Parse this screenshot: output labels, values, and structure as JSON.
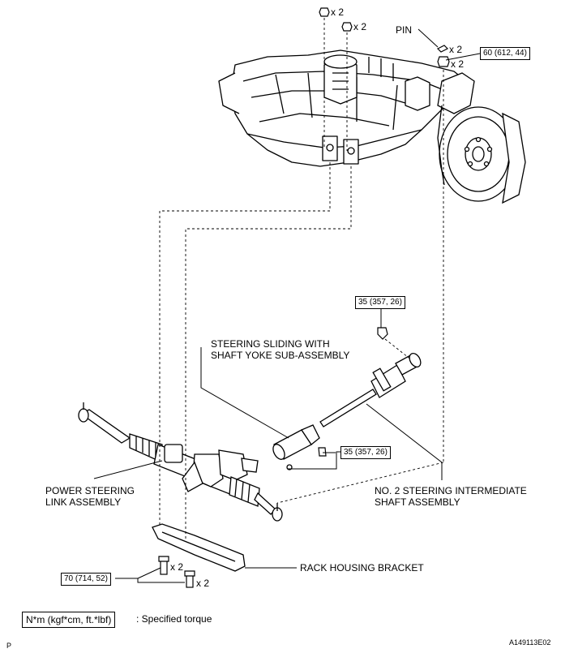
{
  "labels": {
    "pin": "PIN",
    "steering_sliding": [
      "STEERING SLIDING WITH",
      "SHAFT YOKE SUB-ASSEMBLY"
    ],
    "power_steering": [
      "POWER STEERING",
      "LINK ASSEMBLY"
    ],
    "intermediate_shaft": [
      "NO. 2 STEERING INTERMEDIATE",
      "SHAFT ASSEMBLY"
    ],
    "rack_bracket": "RACK HOUSING BRACKET"
  },
  "torques": {
    "t60": "60 (612, 44)",
    "t35_top": "35 (357, 26)",
    "t35_side": "35 (357, 26)",
    "t70": "70 (714, 52)"
  },
  "quantities": {
    "top_left": "x 2",
    "top_mid": "x 2",
    "pin": "x 2",
    "nut_60": "x 2",
    "bolt_upper": "x 2",
    "bolt_lower": "x 2"
  },
  "legend": {
    "unit": "N*m (kgf*cm, ft.*lbf)",
    "text": ": Specified torque"
  },
  "corner": {
    "bottom_left": "P",
    "bottom_right": "A149113E02"
  }
}
